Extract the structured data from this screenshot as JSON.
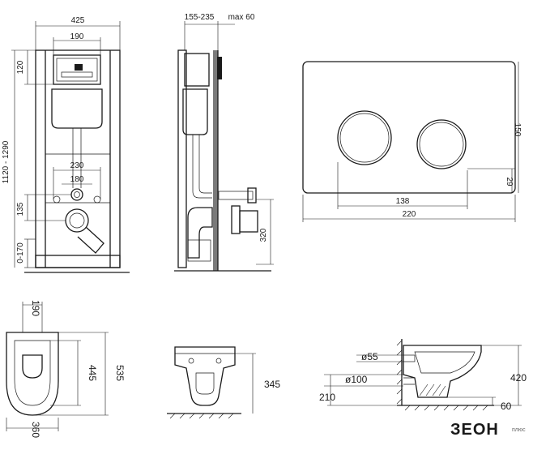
{
  "views": {
    "frame_front": {
      "width_total": "425",
      "width_tank": "190",
      "height_top": "120",
      "height_range": "1120 - 1290",
      "bolt_spacing_outer": "230",
      "bolt_spacing_inner": "180",
      "drain_offset": "135",
      "foot_adjust": "0-170"
    },
    "frame_side": {
      "depth_range": "155-235",
      "depth_max": "max 60",
      "drain_height": "320"
    },
    "flush_plate": {
      "plate_width": "220",
      "button_spacing": "138",
      "plate_height": "150",
      "button_offset": "29"
    },
    "bowl_top": {
      "seat_width": "190",
      "inner_length": "445",
      "total_length": "535",
      "total_width": "360"
    },
    "bowl_front": {
      "mount_height": "345"
    },
    "bowl_side": {
      "inlet_diameter": "ø55",
      "outlet_diameter": "ø100",
      "floor_to_outlet": "210",
      "bowl_height": "420",
      "bottom_offset": "60"
    }
  },
  "brand": {
    "logo_text": "ЗЕОН",
    "logo_sub": "плюс"
  }
}
